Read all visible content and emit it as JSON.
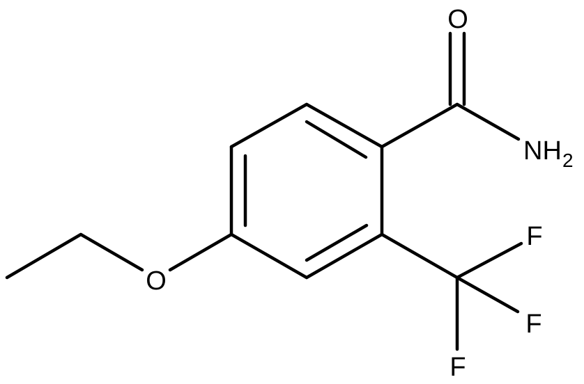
{
  "molecule": {
    "atoms": {
      "carbonyl_oxygen": "O",
      "amide_nitrogen": "NH",
      "amide_subscript": "2",
      "ether_oxygen": "O",
      "fluorine_top": "F",
      "fluorine_right": "F",
      "fluorine_bottom": "F"
    },
    "colors": {
      "bond": "#000000",
      "label": "#000000",
      "background": "#ffffff"
    }
  }
}
